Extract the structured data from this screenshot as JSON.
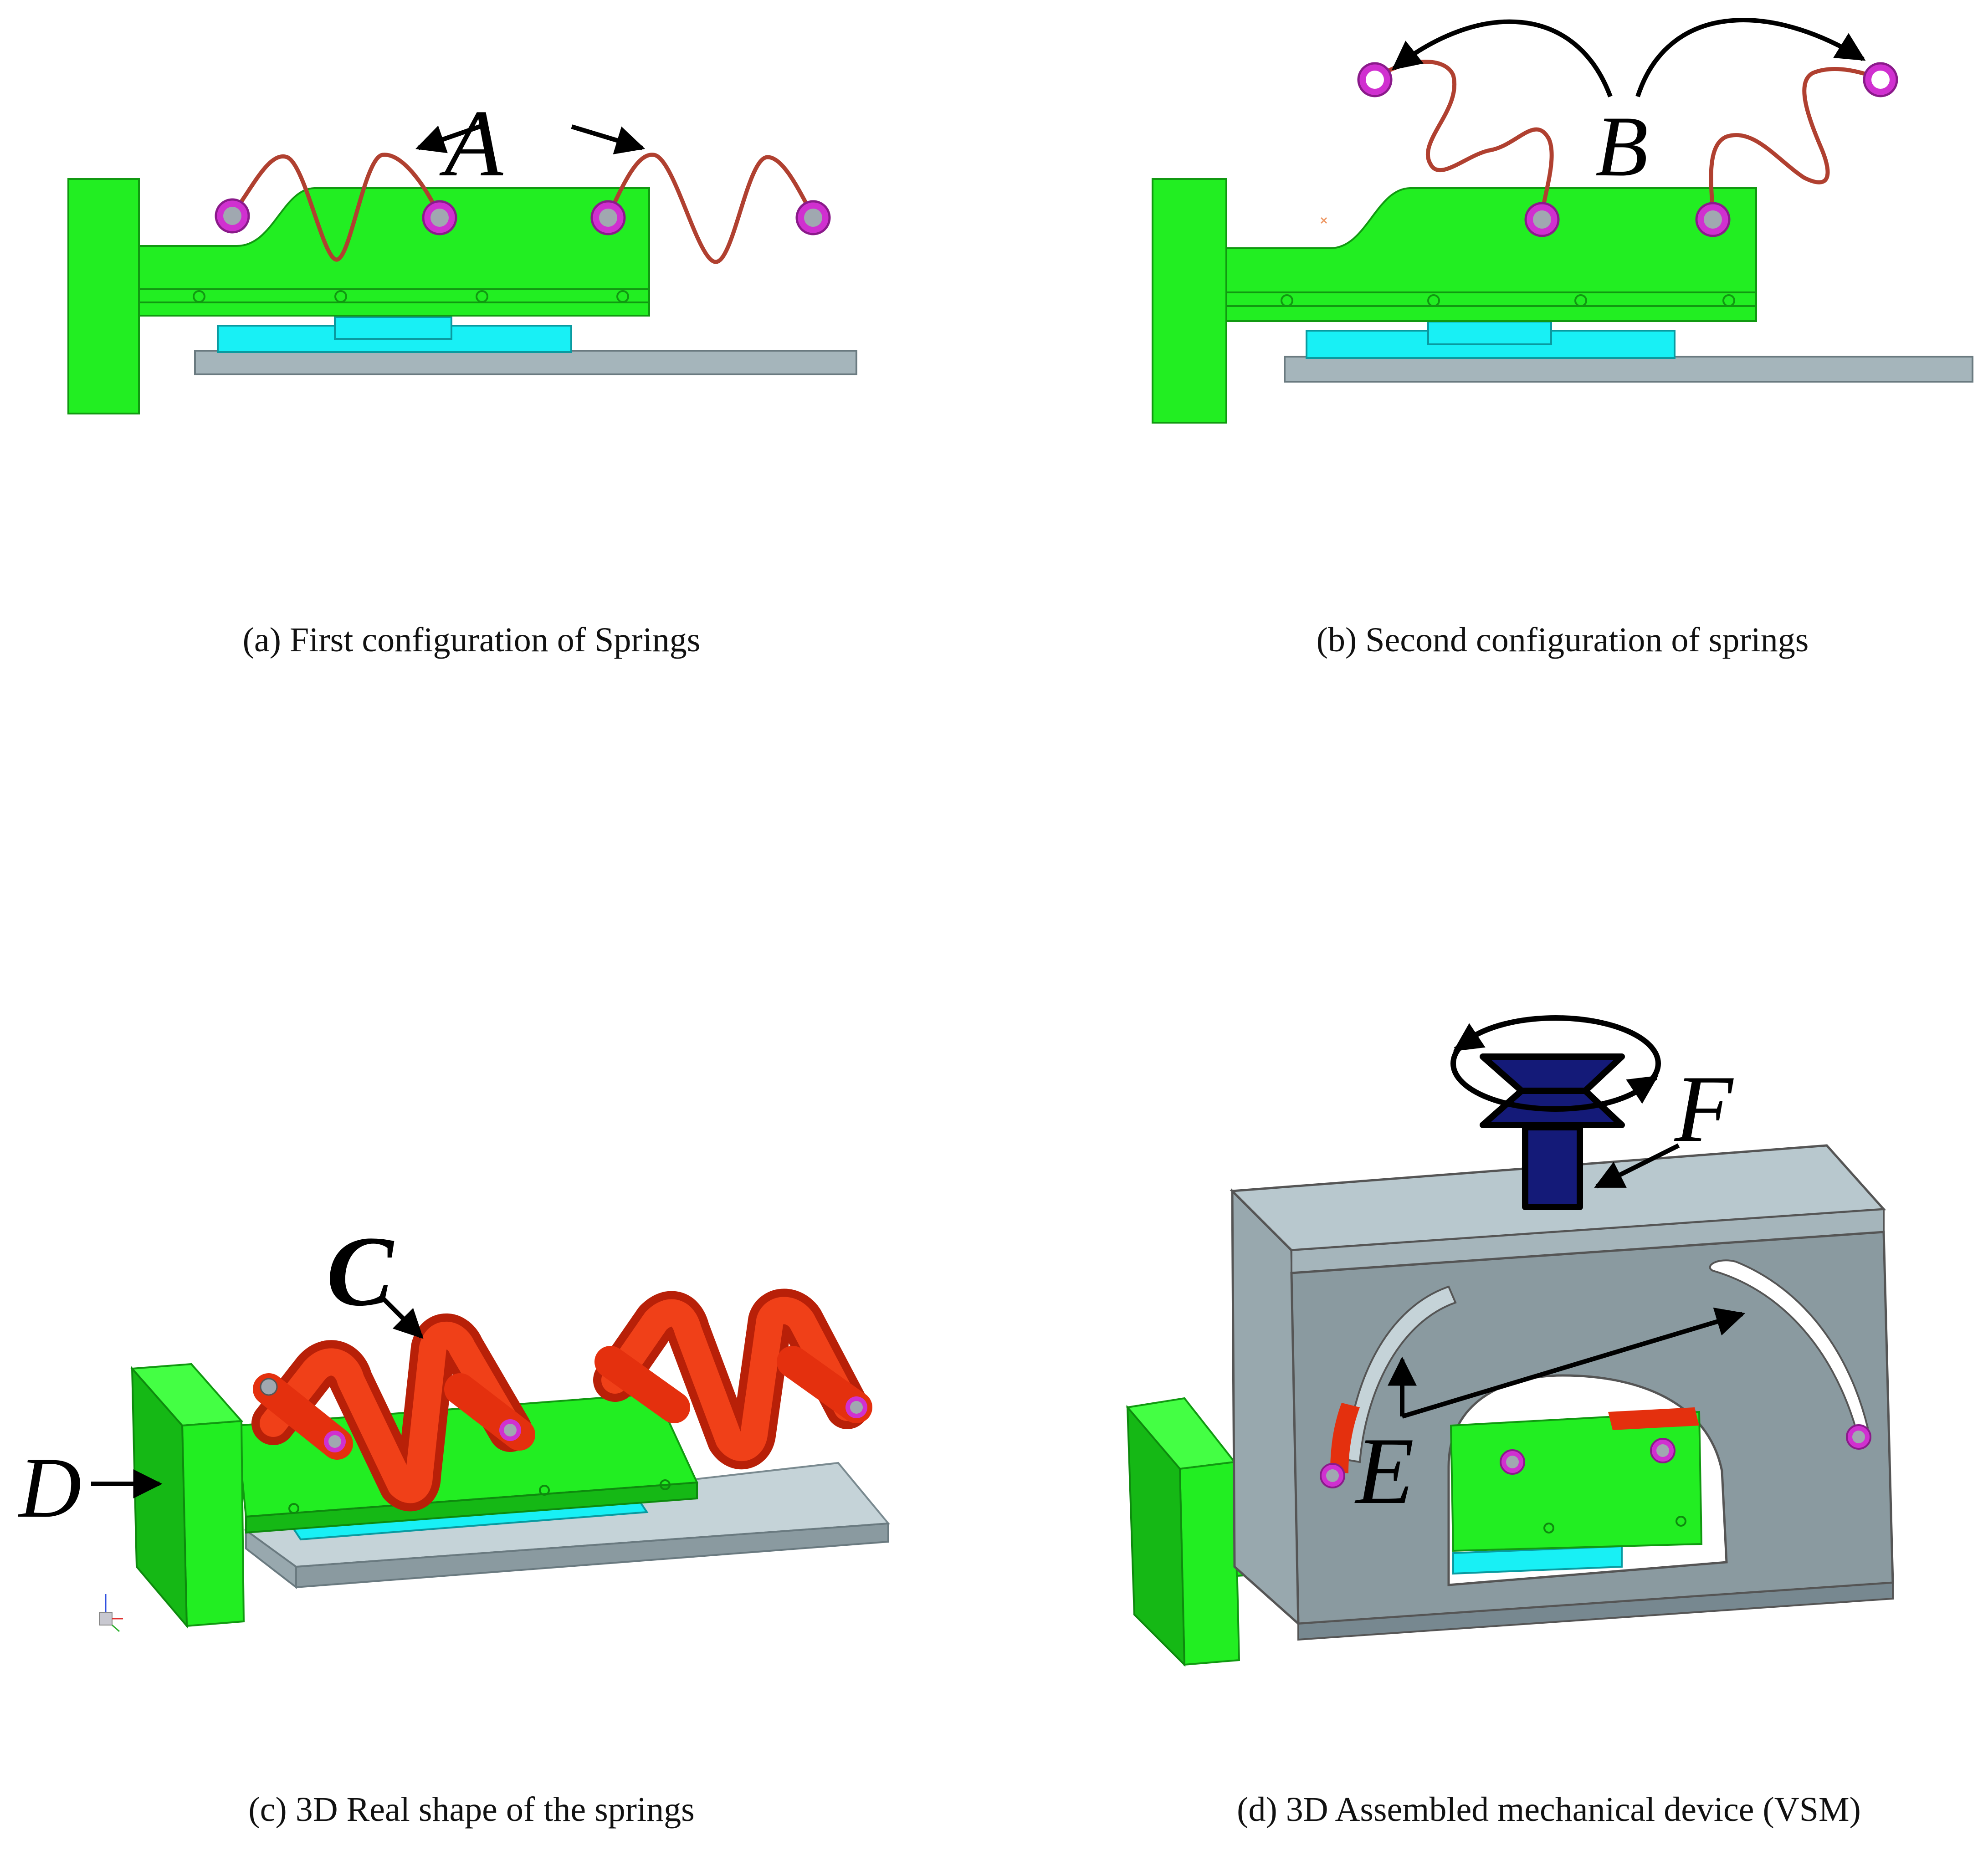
{
  "captions": {
    "a": "(a) First configuration of Springs",
    "b": "(b) Second configuration of springs",
    "c": "(c) 3D Real shape of the springs",
    "d": "(d) 3D Assembled mechanical device (VSM)"
  },
  "labels": {
    "A": "A",
    "B": "B",
    "C": "C",
    "D": "D",
    "E": "E",
    "F": "F"
  },
  "colors": {
    "green": "#22ee22",
    "dark_green": "#15b815",
    "cyan": "#18f0f5",
    "grey_plate": "#a5b5bb",
    "spring_line": "#b04030",
    "spring_red": "#e4300e",
    "pin_magenta": "#d030d0",
    "pin_grey": "#a0a8b0",
    "housing_grey": "#8a9aa0",
    "housing_top": "#b8c8ce",
    "knob_navy": "#141a78"
  }
}
